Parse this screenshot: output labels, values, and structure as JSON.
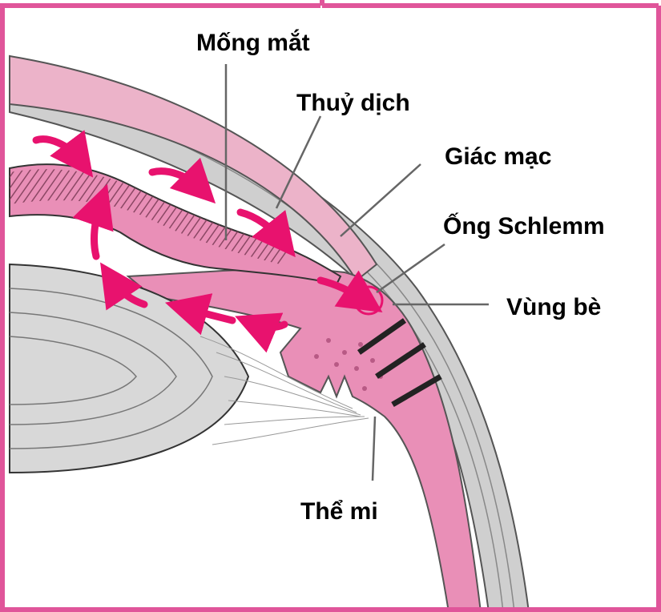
{
  "labels": {
    "iris": "Mống mắt",
    "aqueous_humor": "Thuỷ dịch",
    "cornea": "Giác mạc",
    "schlemm_canal": "Ống Schlemm",
    "trabecular_meshwork": "Vùng bè",
    "ciliary_body": "Thể mi"
  },
  "colors": {
    "frame": "#e0559a",
    "tissue_pink": "#e98fb7",
    "cornea_pink": "#ecb3c9",
    "arrow_magenta": "#e8126e",
    "lens_gray": "#d8d8d8",
    "sclera_gray": "#cfcfcf"
  }
}
